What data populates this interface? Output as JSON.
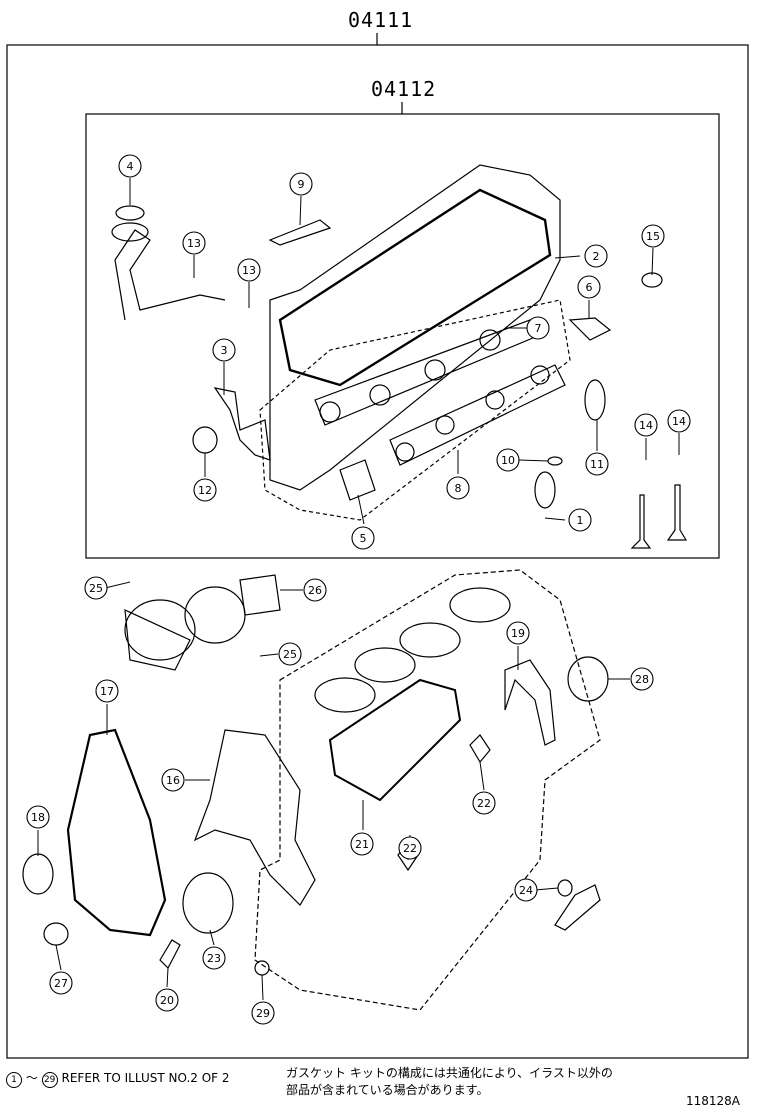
{
  "assembly": {
    "outer_part": "04111",
    "inner_part": "04112"
  },
  "callouts": [
    "1",
    "2",
    "3",
    "4",
    "5",
    "6",
    "7",
    "8",
    "9",
    "10",
    "11",
    "12",
    "13",
    "13",
    "14",
    "14",
    "15",
    "16",
    "17",
    "18",
    "19",
    "20",
    "21",
    "22",
    "22",
    "23",
    "24",
    "25",
    "25",
    "26",
    "27",
    "28",
    "29"
  ],
  "footer": {
    "refer_start": "1",
    "refer_end": "29",
    "refer_text": "REFER TO ILLUST NO.2 OF 2",
    "jp_line1": "ガスケット キットの構成には共通化により、イラスト以外の",
    "jp_line2": "部品が含まれている場合があります。",
    "illustration_id": "118128A"
  }
}
